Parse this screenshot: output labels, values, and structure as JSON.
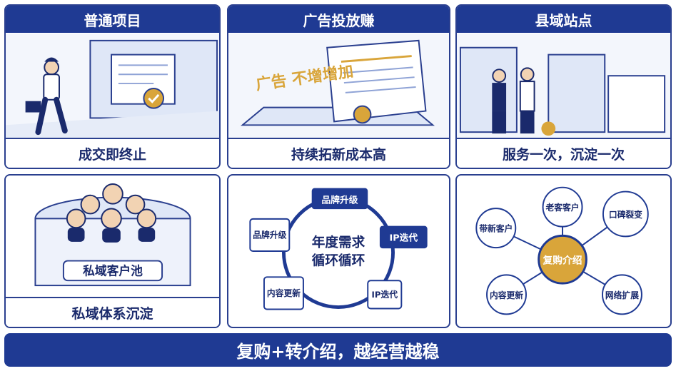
{
  "panels": [
    {
      "header": "普通项目",
      "caption": "成交即终止"
    },
    {
      "header": "广告投放赚",
      "caption": "持续拓新成本高",
      "stamp": "广告 不增增加"
    },
    {
      "header": "县域站点",
      "caption": "服务一次，沉淀一次"
    },
    {
      "header": "",
      "caption": "私域体系沉淀",
      "pool_label": "私域客户池"
    },
    {
      "header": "",
      "caption": "",
      "center": "年度需求循环循环",
      "center_line1": "年度需求",
      "center_line2": "循环循环",
      "nodes": [
        "品牌升级",
        "IP迭代",
        "IP迭代",
        "内容更新",
        "品牌升级"
      ]
    },
    {
      "header": "",
      "caption": "",
      "center": "复购介绍",
      "nodes": [
        "老客客户",
        "口碑裂变",
        "网络扩展",
        "内容更新",
        "带新客户"
      ]
    }
  ],
  "banner": "复购+转介绍，越经营越稳",
  "colors": {
    "navy": "#1f3a93",
    "gold": "#d9a53a",
    "light_blue": "#dfe7f7"
  }
}
